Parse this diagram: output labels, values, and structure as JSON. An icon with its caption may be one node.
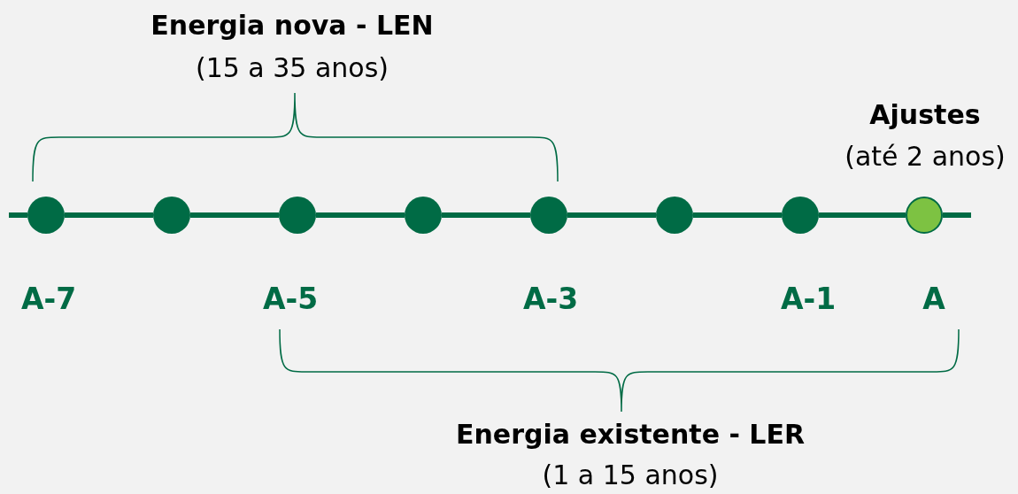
{
  "diagram": {
    "nodes": [
      {
        "text": [],
        "shape": "circle"
      },
      {
        "text": [],
        "shape": "circle"
      },
      {
        "text": [],
        "shape": "circle"
      },
      {
        "text": [],
        "shape": "circle"
      },
      {
        "text": [],
        "shape": "circle"
      },
      {
        "text": [],
        "shape": "circle"
      },
      {
        "text": [],
        "shape": "circle"
      },
      {
        "text": [],
        "shape": "circle"
      }
    ],
    "edges": [
      {
        "from": 0,
        "to": 1,
        "arrow": "none"
      },
      {
        "from": 1,
        "to": 2,
        "arrow": "none"
      },
      {
        "from": 2,
        "to": 3,
        "arrow": "none"
      },
      {
        "from": 3,
        "to": 4,
        "arrow": "none"
      },
      {
        "from": 4,
        "to": 5,
        "arrow": "none"
      },
      {
        "from": 5,
        "to": 6,
        "arrow": "none"
      },
      {
        "from": 6,
        "to": 7,
        "arrow": "none"
      }
    ],
    "labels": [
      "Energia nova - LEN",
      "(15 a 35 anos)",
      "Ajustes",
      "(até 2 anos)",
      "A-7",
      "A-5",
      "A-3",
      "A-1",
      "A",
      "Energia existente - LER",
      "(1 a 15 anos)"
    ]
  }
}
